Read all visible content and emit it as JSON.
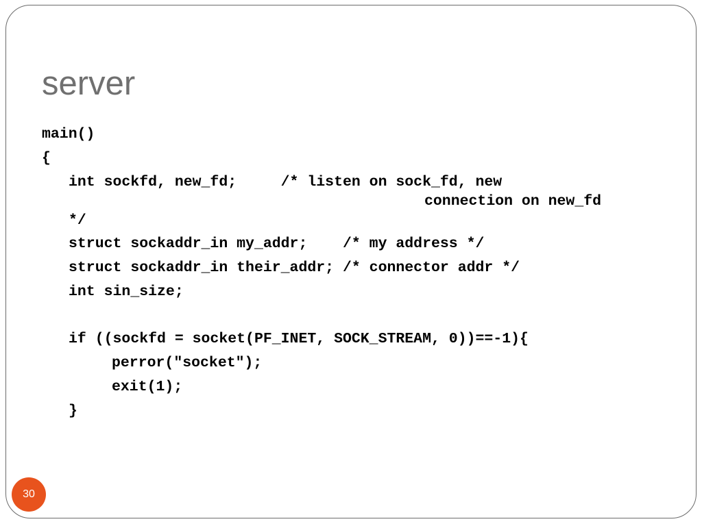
{
  "slide": {
    "title": "server",
    "page_number": "30",
    "accent_color": "#e8531d",
    "title_color": "#707070"
  },
  "code": {
    "line1": "main()",
    "line2": "{",
    "line3": "int sockfd, new_fd;     /* listen on sock_fd, new",
    "line3b": "connection on new_fd",
    "line4": "*/",
    "line5": "struct sockaddr_in my_addr;    /* my address */",
    "line6": "struct sockaddr_in their_addr; /* connector addr */",
    "line7": "int sin_size;",
    "line8": "if ((sockfd = socket(PF_INET, SOCK_STREAM, 0))==-1){",
    "line9": "perror(\"socket\");",
    "line10": "exit(1);",
    "line11": "}"
  }
}
